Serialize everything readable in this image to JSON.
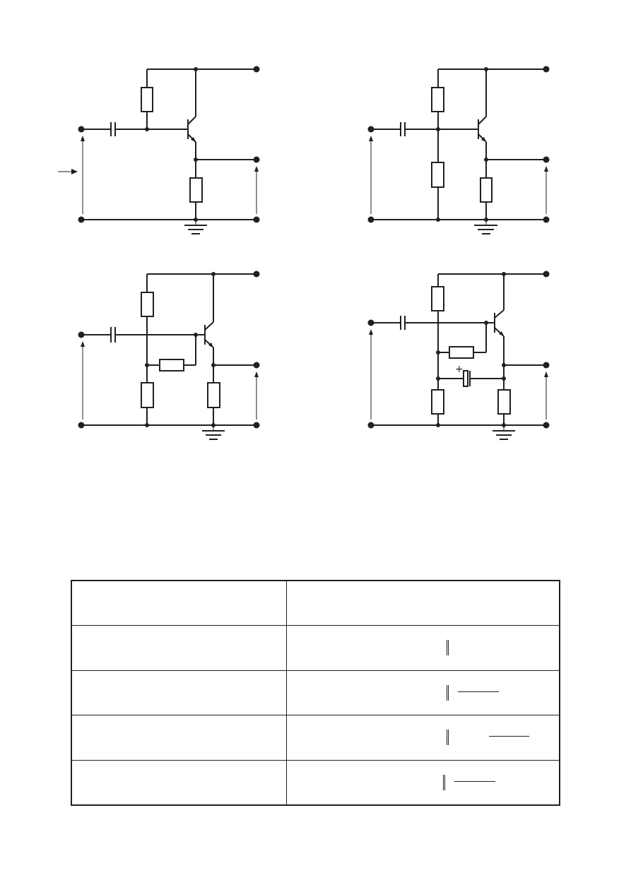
{
  "circuits": [
    {
      "id": "a",
      "icon": "emitter-follower-circuit"
    },
    {
      "id": "b",
      "icon": "voltage-divider-emitter-follower-circuit"
    },
    {
      "id": "c",
      "icon": "bootstrapped-follower-circuit"
    },
    {
      "id": "d",
      "icon": "bootstrapped-follower-with-capacitor-circuit"
    }
  ],
  "polarity_mark": "+",
  "table": {
    "header": [
      "",
      ""
    ],
    "rows": [
      {
        "left": "",
        "right": ""
      },
      {
        "left": "",
        "right": ""
      },
      {
        "left": "",
        "right": ""
      },
      {
        "left": "",
        "right": ""
      }
    ]
  }
}
